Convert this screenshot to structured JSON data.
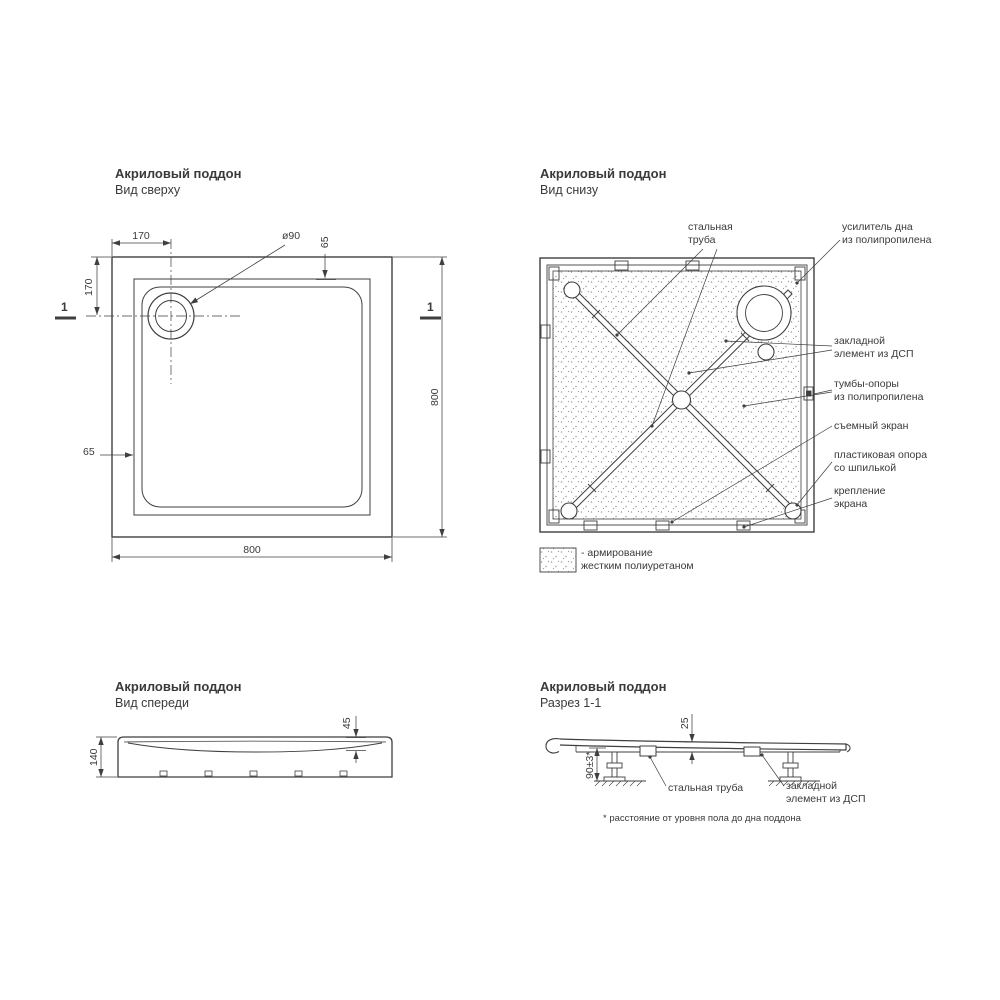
{
  "drawing": {
    "line_color": "#3f3f3f",
    "background": "#ffffff"
  },
  "top_view": {
    "title": "Акриловый поддон",
    "subtitle": "Вид сверху",
    "dim_170_top": "170",
    "dim_diameter": "ø90",
    "dim_65_top": "65",
    "dim_170_left": "170",
    "dim_65_left": "65",
    "dim_800_right": "800",
    "dim_800_bottom": "800",
    "section_mark_left": "1",
    "section_mark_right": "1"
  },
  "bottom_view": {
    "title": "Акриловый поддон",
    "subtitle": "Вид снизу",
    "labels": {
      "steel_tube": "стальная\nтруба",
      "floor_reinforcer": "усилитель дна\nиз полипропилена",
      "embedded_element": "закладной\nэлемент из ДСП",
      "support_pedestals": "тумбы-опоры\nиз полипропилена",
      "removable_screen": "съемный экран",
      "plastic_support": "пластиковая опора\nсо шпилькой",
      "screen_fastening": "крепление\nэкрана"
    },
    "legend": "- армирование\nжестким полиуретаном"
  },
  "front_view": {
    "title": "Акриловый поддон",
    "subtitle": "Вид спереди",
    "dim_45": "45",
    "dim_140": "140"
  },
  "section_view": {
    "title": "Акриловый поддон",
    "subtitle": "Разрез 1-1",
    "dim_25": "25",
    "dim_90": "90±3*",
    "labels": {
      "steel_tube": "стальная труба",
      "embedded_element": "закладной\nэлемент из ДСП"
    },
    "footnote": "* расстояние от уровня пола до дна поддона"
  }
}
